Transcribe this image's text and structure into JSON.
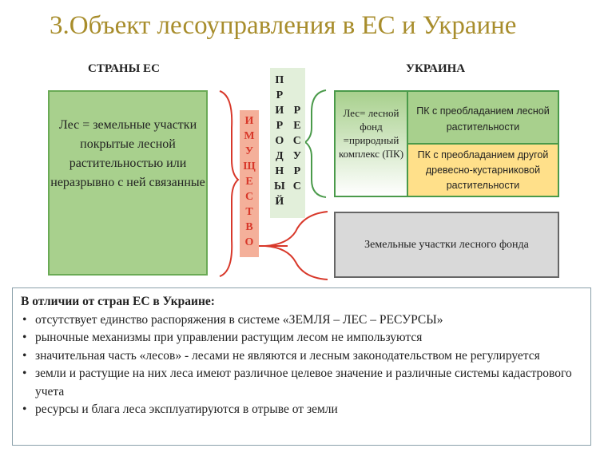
{
  "title": "3.Объект лесоуправления в ЕС и Украине",
  "eu": {
    "header": "СТРАНЫ ЕС",
    "definition": "Лес = земельные участки покрытые лесной растительностью или неразрывно с ней связанные"
  },
  "property_label": [
    "И",
    "М",
    "У",
    "Щ",
    "Е",
    "С",
    "Т",
    "В",
    "О"
  ],
  "natural_label": {
    "col1": [
      "П",
      "Р",
      "И",
      "Р",
      "О",
      "Д",
      "Н",
      "Ы",
      "Й"
    ],
    "col2": [
      "Р",
      "Е",
      "С",
      "У",
      "Р",
      "С"
    ]
  },
  "ukraine": {
    "header": "УКРАИНА",
    "forest_def": "Лес= лесной фонд =природный комплекс (ПК)",
    "pk_forest": "ПК с преобладанием лесной растительности",
    "pk_other": "ПК с преобладанием другой древесно-кустарниковой растительности",
    "land": "Земельные участки лесного фонда"
  },
  "notes": {
    "heading": "В отличии от стран ЕС в Украине:",
    "items": [
      "отсутствует единство распоряжения в системе «ЗЕМЛЯ – ЛЕС – РЕСУРСЫ»",
      "рыночные  механизмы при управлении растущим лесом не импользуются",
      "значительная часть «лесов» - лесами не являются и лесным законодательством не регулируется",
      "земли и растущие на них леса имеют различное целевое значение и различные системы кадастрового учета",
      "ресурсы и блага леса эксплуатируются в отрыве от земли"
    ]
  }
}
